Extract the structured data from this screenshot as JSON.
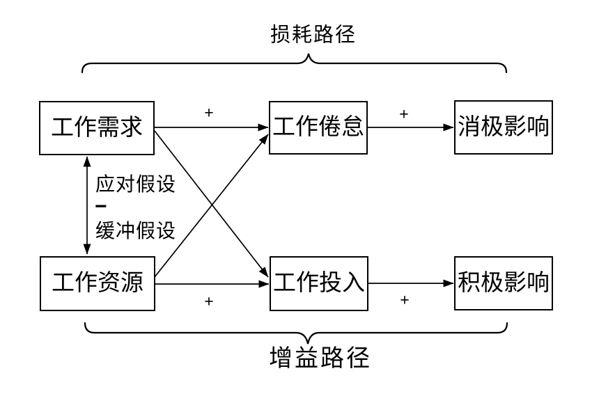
{
  "diagram": {
    "top_path_label": "损耗路径",
    "bottom_path_label": "增益路径",
    "nodes": {
      "job_demands": {
        "label": "工作需求"
      },
      "job_burnout": {
        "label": "工作倦怠"
      },
      "negative_outcomes": {
        "label": "消极影响"
      },
      "job_resources": {
        "label": "工作资源"
      },
      "work_engagement": {
        "label": "工作投入"
      },
      "positive_outcomes": {
        "label": "积极影响"
      }
    },
    "edges": {
      "demands_to_burnout": {
        "sign": "+"
      },
      "burnout_to_negative": {
        "sign": "+"
      },
      "resources_to_engagement": {
        "sign": "+"
      },
      "engagement_to_positive": {
        "sign": "+"
      },
      "demands_to_engagement": {
        "sign": ""
      },
      "resources_to_burnout": {
        "sign": ""
      },
      "demands_resources_moderation": {
        "label_top": "应对假设",
        "sign": "−",
        "label_bottom": "缓冲假设"
      }
    },
    "colors": {
      "line": "#000000",
      "text": "#000000",
      "background": "#ffffff"
    }
  }
}
